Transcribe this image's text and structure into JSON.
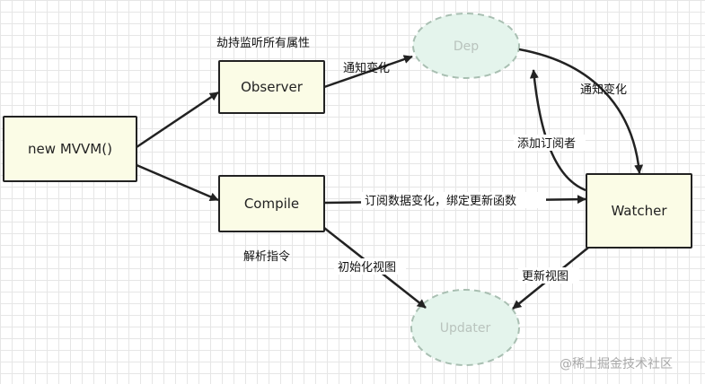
{
  "nodes": {
    "new_mvvm": "new MVVM()",
    "observer": "Observer",
    "compile": "Compile",
    "watcher": "Watcher",
    "dep": "Dep",
    "updater": "Updater"
  },
  "labels": {
    "hijack": "劫持监听所有属性",
    "notify_change_1": "通知变化",
    "notify_change_2": "通知变化",
    "add_subscriber": "添加订阅者",
    "subscribe": "订阅数据变化，绑定更新函数",
    "parse_directive": "解析指令",
    "init_view": "初始化视图",
    "update_view": "更新视图"
  },
  "watermark": "@稀土掘金技术社区",
  "colors": {
    "box_fill": "#fbfce6",
    "box_stroke": "#222222",
    "ellipse_fill": "#e4f4ec",
    "ellipse_stroke": "#a9bfb2",
    "arrow": "#222222"
  }
}
